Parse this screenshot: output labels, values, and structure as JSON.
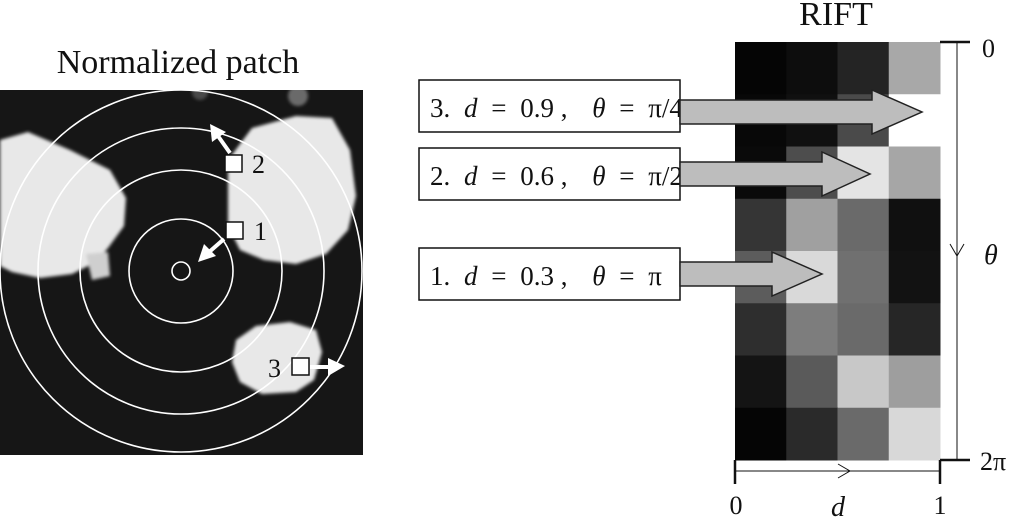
{
  "left_panel": {
    "title": "Normalized patch",
    "points": [
      {
        "label": "1"
      },
      {
        "label": "2"
      },
      {
        "label": "3"
      }
    ]
  },
  "right_panel": {
    "title": "RIFT",
    "theta_axis": {
      "label": "θ",
      "top_tick": "0",
      "bottom_tick": "2π"
    },
    "d_axis": {
      "label": "d",
      "left_tick": "0",
      "right_tick": "1"
    },
    "grid": {
      "rows": 8,
      "cols": 4,
      "cells": [
        [
          "#050505",
          "#0d0d0d",
          "#242424",
          "#a8a8a8"
        ],
        [
          "#080808",
          "#101010",
          "#4a4a4a",
          "#ffffff"
        ],
        [
          "#0a0a0a",
          "#4d4d4d",
          "#e4e4e4",
          "#a6a6a6"
        ],
        [
          "#353535",
          "#a0a0a0",
          "#6a6a6a",
          "#101010"
        ],
        [
          "#5c5c5c",
          "#d9d9d9",
          "#707070",
          "#121212"
        ],
        [
          "#2e2e2e",
          "#7d7d7d",
          "#6a6a6a",
          "#262626"
        ],
        [
          "#141414",
          "#5a5a5a",
          "#c8c8c8",
          "#9e9e9e"
        ],
        [
          "#050505",
          "#2a2a2a",
          "#6a6a6a",
          "#d8d8d8"
        ]
      ]
    }
  },
  "callouts": [
    {
      "index": "3.",
      "d_value": "0.9",
      "theta_value": "π/4"
    },
    {
      "index": "2.",
      "d_value": "0.6",
      "theta_value": "π/2"
    },
    {
      "index": "1.",
      "d_value": "0.3",
      "theta_value": "π"
    }
  ],
  "symbols": {
    "d": "d",
    "theta": "θ",
    "equals": "="
  },
  "colors": {
    "patch_background": "#161616",
    "blob_fill": "#e8e8e8",
    "circle_stroke": "#ffffff",
    "arrow_fill": "#bdbdbd",
    "arrow_stroke": "#222222"
  }
}
